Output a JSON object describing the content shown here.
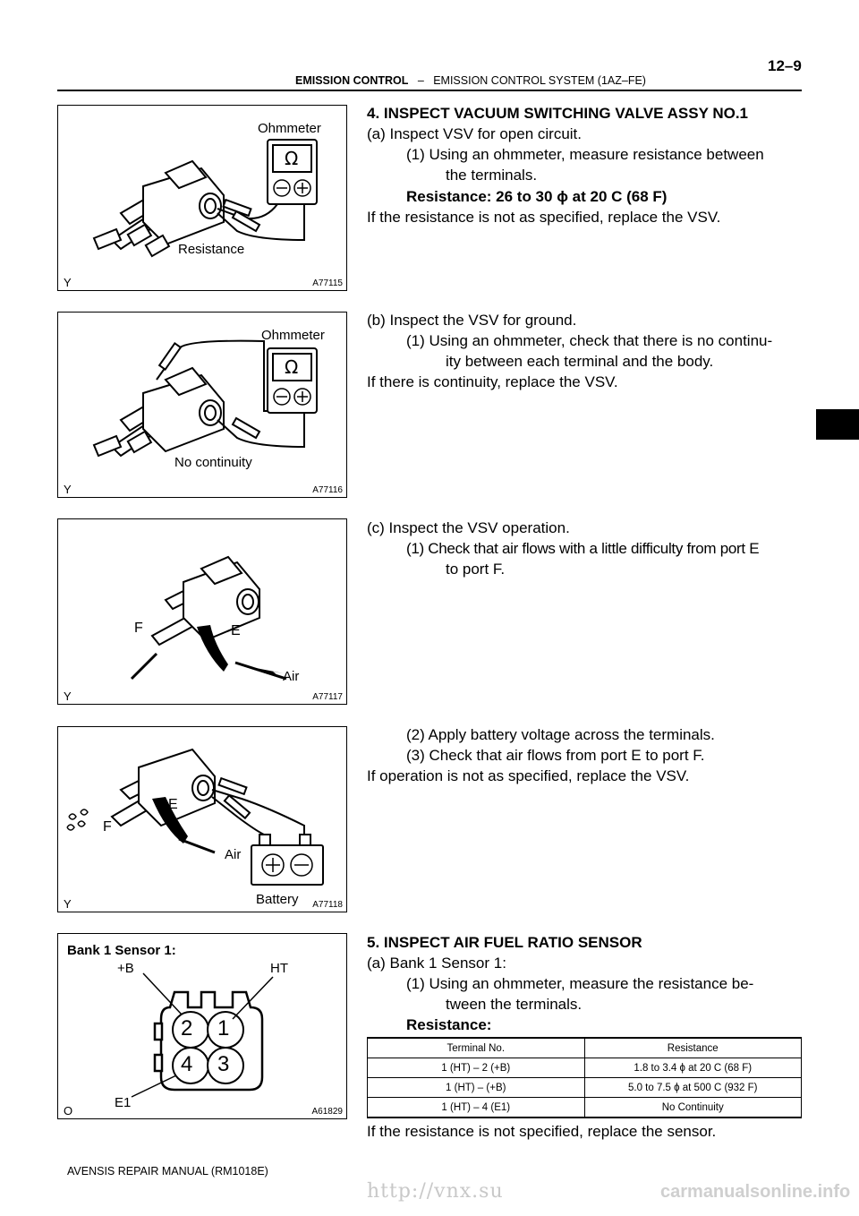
{
  "header": {
    "section": "EMISSION CONTROL",
    "separator": "–",
    "subsection": "EMISSION CONTROL SYSTEM (1AZ–FE)",
    "page_number": "12–9"
  },
  "figures": [
    {
      "id": "A77115",
      "mark": "Y",
      "labels": {
        "ohmmeter": "Ohmmeter",
        "resistance": "Resistance"
      }
    },
    {
      "id": "A77116",
      "mark": "Y",
      "labels": {
        "ohmmeter": "Ohmmeter",
        "no_continuity": "No continuity"
      }
    },
    {
      "id": "A77117",
      "mark": "Y",
      "labels": {
        "port_f": "F",
        "port_e": "E",
        "air": "Air"
      }
    },
    {
      "id": "A77118",
      "mark": "Y",
      "labels": {
        "port_e": "E",
        "port_f": "F",
        "air": "Air",
        "battery": "Battery"
      }
    },
    {
      "id": "A61829",
      "mark": "O",
      "labels": {
        "title": "Bank 1 Sensor 1:",
        "plus_b": "+B",
        "ht": "HT",
        "e1": "E1",
        "t1": "1",
        "t2": "2",
        "t3": "3",
        "t4": "4"
      }
    }
  ],
  "section4": {
    "heading": "4.    INSPECT VACUUM SWITCHING VALVE ASSY NO.1",
    "a": "(a)    Inspect VSV for open circuit.",
    "a1_line1": "(1)    Using an ohmmeter, measure resistance between",
    "a1_line2": "the terminals.",
    "a_spec": "Resistance: 26 to 30 ϕ  at 20 C (68 F)",
    "a_action": "If the resistance is not as specified, replace the VSV.",
    "b": "(b)    Inspect the VSV for ground.",
    "b1_line1": "(1)    Using an ohmmeter, check that there is no continu-",
    "b1_line2": "ity between each terminal and the body.",
    "b_action": "If there is continuity, replace the VSV.",
    "c": "(c)    Inspect the VSV operation.",
    "c1_line1": "(1)    Check that air flows with a little difficulty from port E",
    "c1_line2": "to port F.",
    "c2": "(2)    Apply battery voltage across the terminals.",
    "c3": "(3)    Check that air flows from port E to port F.",
    "c_action": "If operation is not as specified, replace the VSV."
  },
  "section5": {
    "heading": "5.    INSPECT AIR FUEL RATIO SENSOR",
    "a": "(a)    Bank 1 Sensor 1:",
    "a1_line1": "(1)    Using an ohmmeter, measure the resistance be-",
    "a1_line2": "tween the terminals.",
    "spec_label": "Resistance:",
    "table": {
      "headers": [
        "Terminal No.",
        "Resistance"
      ],
      "rows": [
        [
          "1 (HT) – 2 (+B)",
          "1.8 to 3.4 ϕ  at 20 C (68 F)"
        ],
        [
          "1 (HT) – (+B)",
          "5.0 to 7.5 ϕ  at 500 C (932 F)"
        ],
        [
          "1 (HT) – 4 (E1)",
          "No Continuity"
        ]
      ]
    },
    "action": "If the resistance is not specified, replace the sensor."
  },
  "footer": "AVENSIS REPAIR MANUAL   (RM1018E)",
  "watermark": {
    "left": "http://vnx.su",
    "right": "carmanualsonline.info"
  }
}
